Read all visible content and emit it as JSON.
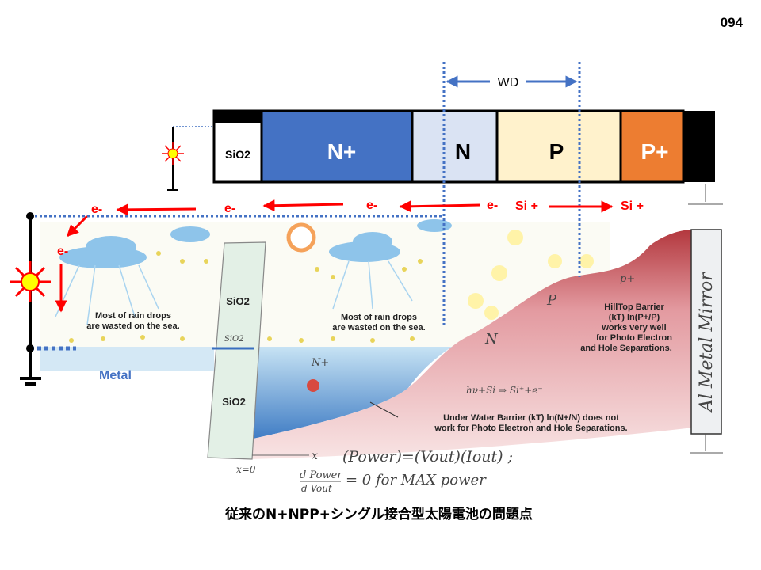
{
  "page_number": "094",
  "band": {
    "wd_label": "WD",
    "segments": [
      {
        "label": "SiO2",
        "color": "#ffffff"
      },
      {
        "label": "N+",
        "color": "#4472c4"
      },
      {
        "label": "N",
        "color": "#dae3f3"
      },
      {
        "label": "P",
        "color": "#fff2cc"
      },
      {
        "label": "P+",
        "color": "#ed7d31"
      }
    ]
  },
  "carriers": {
    "electron": "e-",
    "hole": "Si +"
  },
  "labels": {
    "sio2_upper": "SiO2",
    "sio2_lower": "SiO2",
    "metal": "Metal",
    "rain_left_1": "Most of rain drops",
    "rain_left_2": "are wasted on the sea.",
    "rain_mid_1": "Most of rain drops",
    "rain_mid_2": "are wasted on the sea.",
    "hilltop": [
      "HillTop Barrier",
      "(kT) ln(P+/P)",
      "works very well",
      "for Photo Electron",
      "and Hole Separations."
    ],
    "underwater": [
      "Under Water Barrier (kT) ln(N+/N) does not",
      "work for Photo Electron and Hole Separations."
    ]
  },
  "handwritten": {
    "mirror": "Al Metal Mirror",
    "nplus": "N+",
    "n": "N",
    "p": "P",
    "pplus": "p+",
    "sio2_small": "SiO2",
    "x0": "x=0",
    "x_axis": "x",
    "power_eq": "(Power)=(Vout)(Iout) ;",
    "dpower_num": "d Power",
    "dpower_den": "d Vout",
    "dpower_rest": "= 0  for MAX power",
    "reaction": "hν+Si ⇒ Si⁺+e⁻"
  },
  "caption": "従来のN+NPP+シングル接合型太陽電池の問題点",
  "colors": {
    "red": "#ff0000",
    "blue_dotted": "#4472c4",
    "sun": "#ffff00"
  }
}
